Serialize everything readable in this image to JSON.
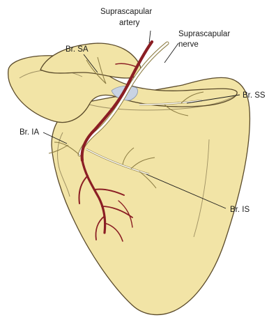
{
  "labels": {
    "suprascapular_artery_line1": "Suprascapular",
    "suprascapular_artery_line2": "artery",
    "suprascapular_nerve_line1": "Suprascapular",
    "suprascapular_nerve_line2": "nerve",
    "br_sa": "Br. SA",
    "br_ss": "Br. SS",
    "br_ia": "Br. IA",
    "br_is": "Br. IS"
  },
  "colors": {
    "bone_fill": "#f2e4a6",
    "bone_stroke": "#5a4a2a",
    "artery": "#8b1e24",
    "nerve": "#ffffff",
    "nerve_outline": "#8a7a40",
    "ligament": "#c9d3e3",
    "leader_line": "#1a1a1a"
  }
}
